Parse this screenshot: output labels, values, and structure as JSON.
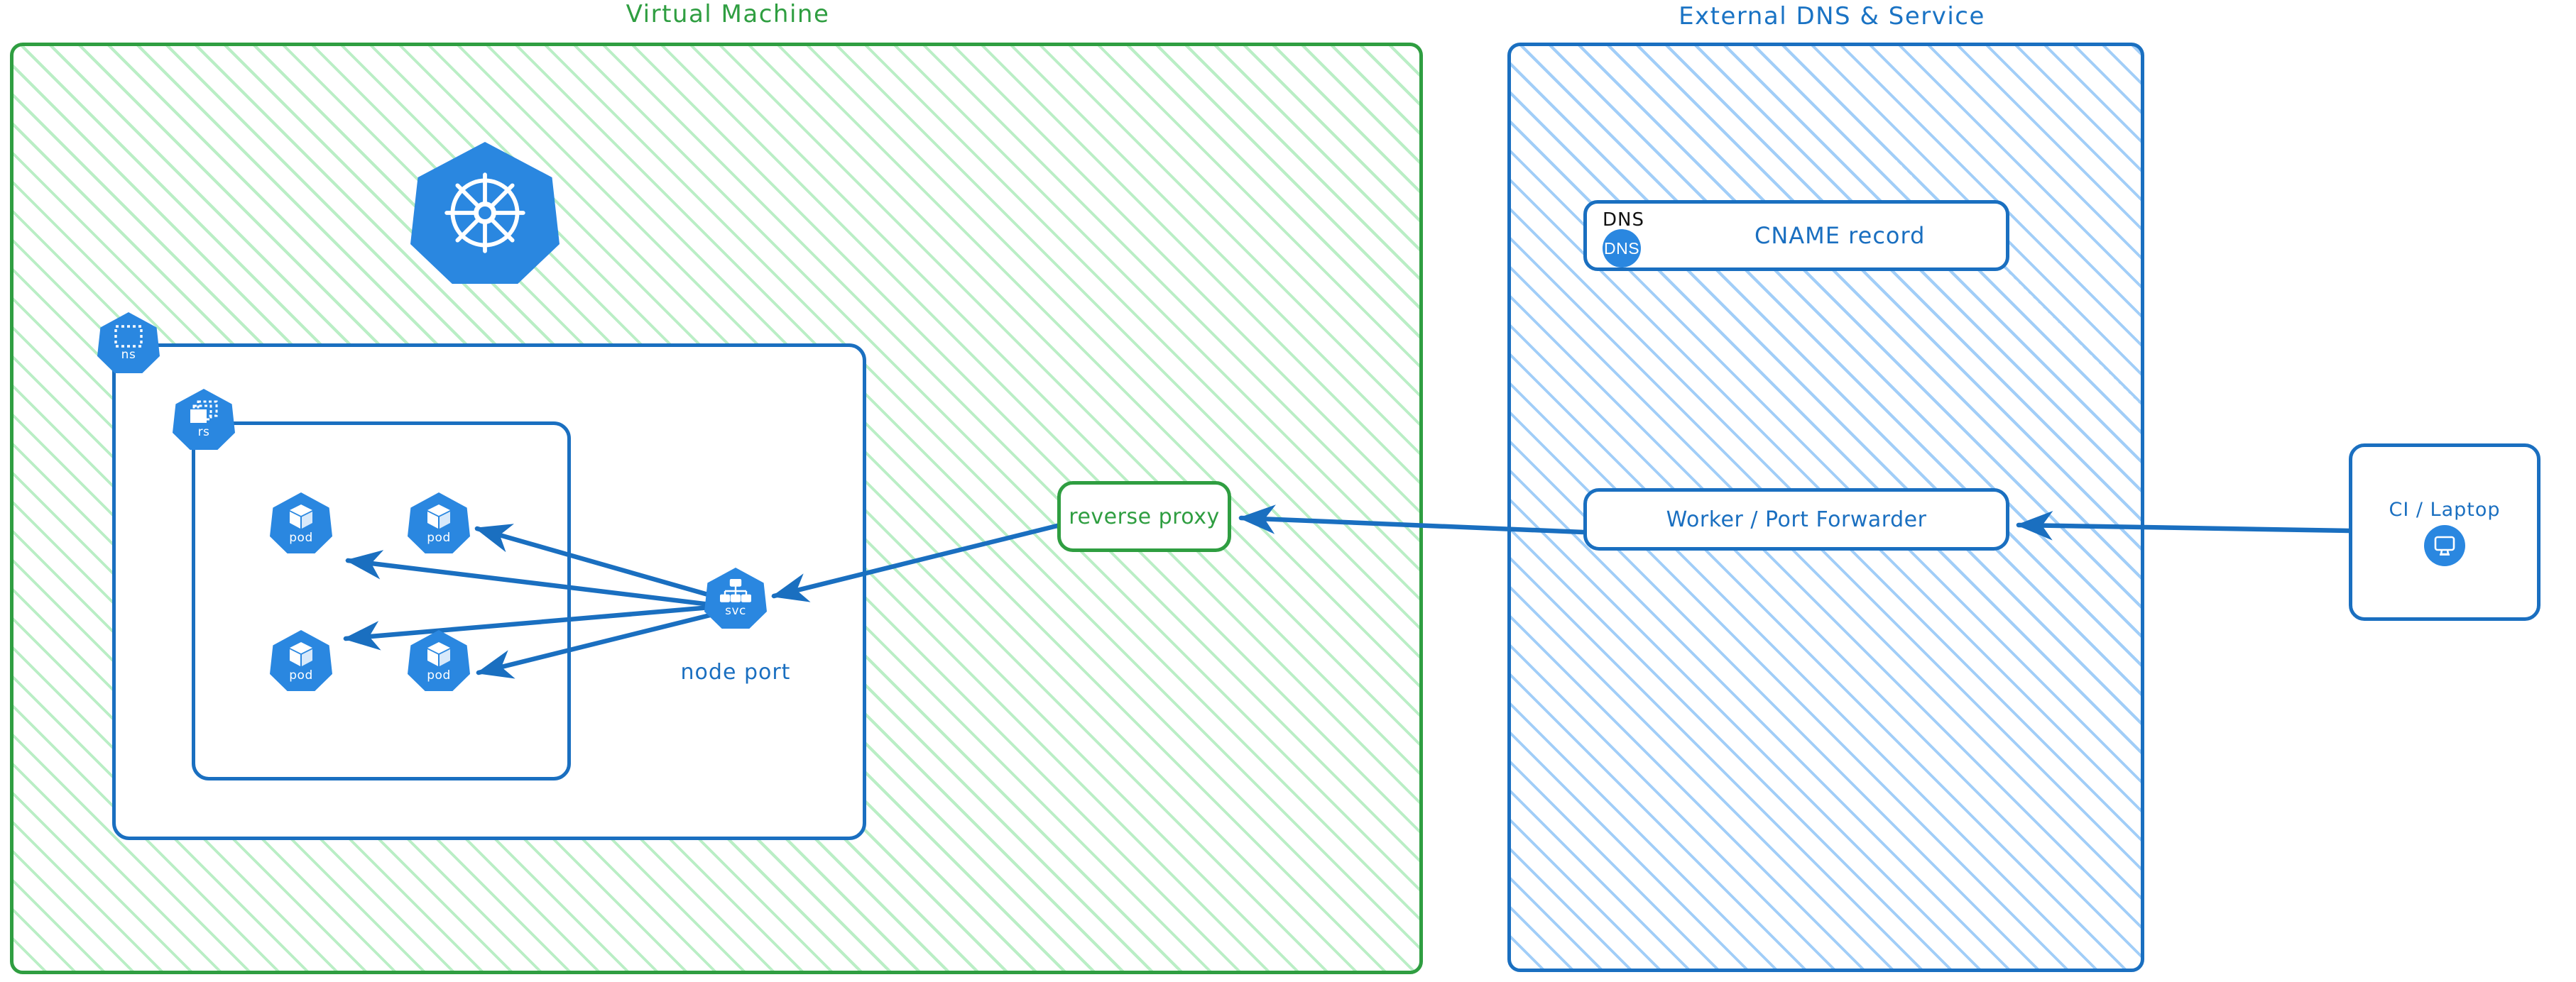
{
  "diagram": {
    "title_vm": "Virtual Machine",
    "title_external": "External DNS & Service"
  },
  "vm_panel": {
    "label": "Virtual Machine",
    "border_color": "#2f9e41",
    "hatch_color": "#82e196",
    "k8s_logo_name": "kubernetes-logo",
    "namespace_badge": {
      "label": "ns",
      "icon": "namespace-icon"
    },
    "replicaset_badge": {
      "label": "rs",
      "icon": "replicaset-icon"
    },
    "pods": [
      {
        "label": "pod",
        "icon": "pod-cube-icon"
      },
      {
        "label": "pod",
        "icon": "pod-cube-icon"
      },
      {
        "label": "pod",
        "icon": "pod-cube-icon"
      },
      {
        "label": "pod",
        "icon": "pod-cube-icon"
      }
    ],
    "service": {
      "badge_label": "svc",
      "icon": "service-tree-icon",
      "caption": "node port"
    },
    "reverse_proxy": {
      "label": "reverse proxy",
      "border_color": "#2f9e41",
      "text_color": "#2f9e41"
    }
  },
  "external_panel": {
    "label": "External DNS & Service",
    "border_color": "#1a6fc0",
    "hatch_color": "#82bef5",
    "dns_card": {
      "tag": "DNS",
      "badge_text": "DNS",
      "title": "CNAME record",
      "badge_color": "#2a87e0"
    },
    "worker_card": {
      "label": "Worker / Port Forwarder"
    }
  },
  "client": {
    "label": "CI / Laptop",
    "icon": "monitor-icon",
    "icon_color": "#2a87e0"
  },
  "connections": [
    {
      "from": "svc",
      "to": "pod-1",
      "name": "svc-to-pod-1"
    },
    {
      "from": "svc",
      "to": "pod-2",
      "name": "svc-to-pod-2"
    },
    {
      "from": "svc",
      "to": "pod-3",
      "name": "svc-to-pod-3"
    },
    {
      "from": "svc",
      "to": "pod-4",
      "name": "svc-to-pod-4"
    },
    {
      "from": "reverse-proxy",
      "to": "svc",
      "name": "reverse-proxy-to-svc"
    },
    {
      "from": "worker",
      "to": "reverse-proxy",
      "name": "worker-to-reverse-proxy"
    },
    {
      "from": "ci-laptop",
      "to": "worker",
      "name": "ci-laptop-to-worker"
    }
  ],
  "colors": {
    "kubernetes_blue": "#2a87e0",
    "border_blue": "#1a6fc0",
    "green": "#2f9e41",
    "arrow_blue": "#1a6fc0",
    "black": "#111111"
  }
}
